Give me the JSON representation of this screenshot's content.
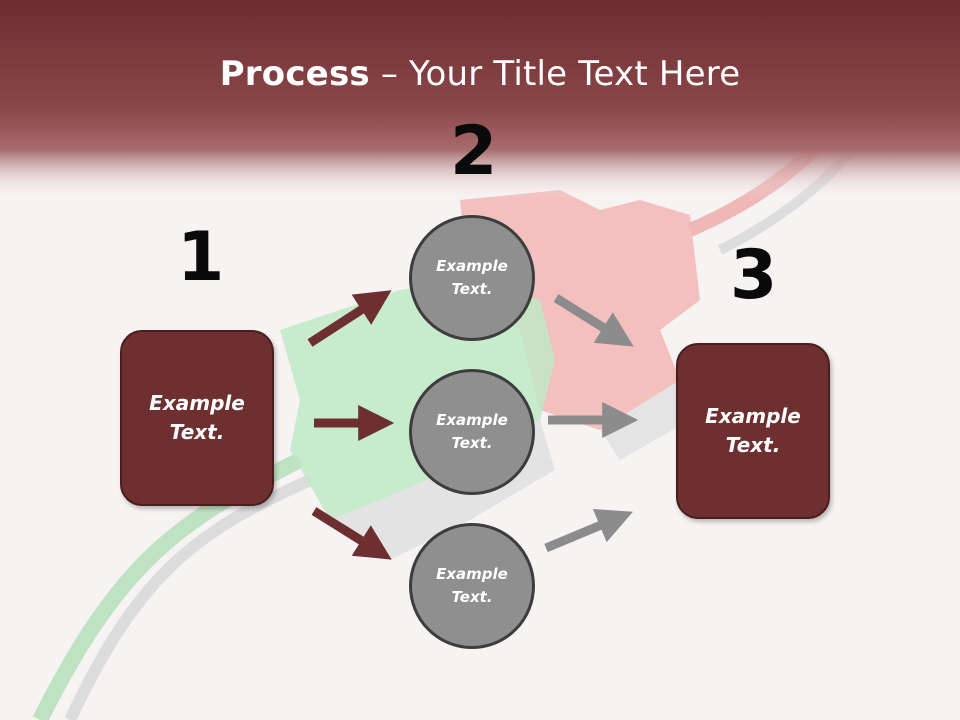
{
  "title": {
    "bold": "Process",
    "rest": " – Your Title Text Here"
  },
  "steps": {
    "one": "1",
    "two": "2",
    "three": "3"
  },
  "left_box": {
    "text": "Example Text."
  },
  "right_box": {
    "text": "Example Text."
  },
  "circles": [
    {
      "text": "Example Text."
    },
    {
      "text": "Example Text."
    },
    {
      "text": "Example Text."
    }
  ],
  "colors": {
    "accent": "#6e2f30",
    "header": "#8a4447",
    "circle": "#8f8f8f",
    "arrow_gray": "#8c8c8c"
  }
}
